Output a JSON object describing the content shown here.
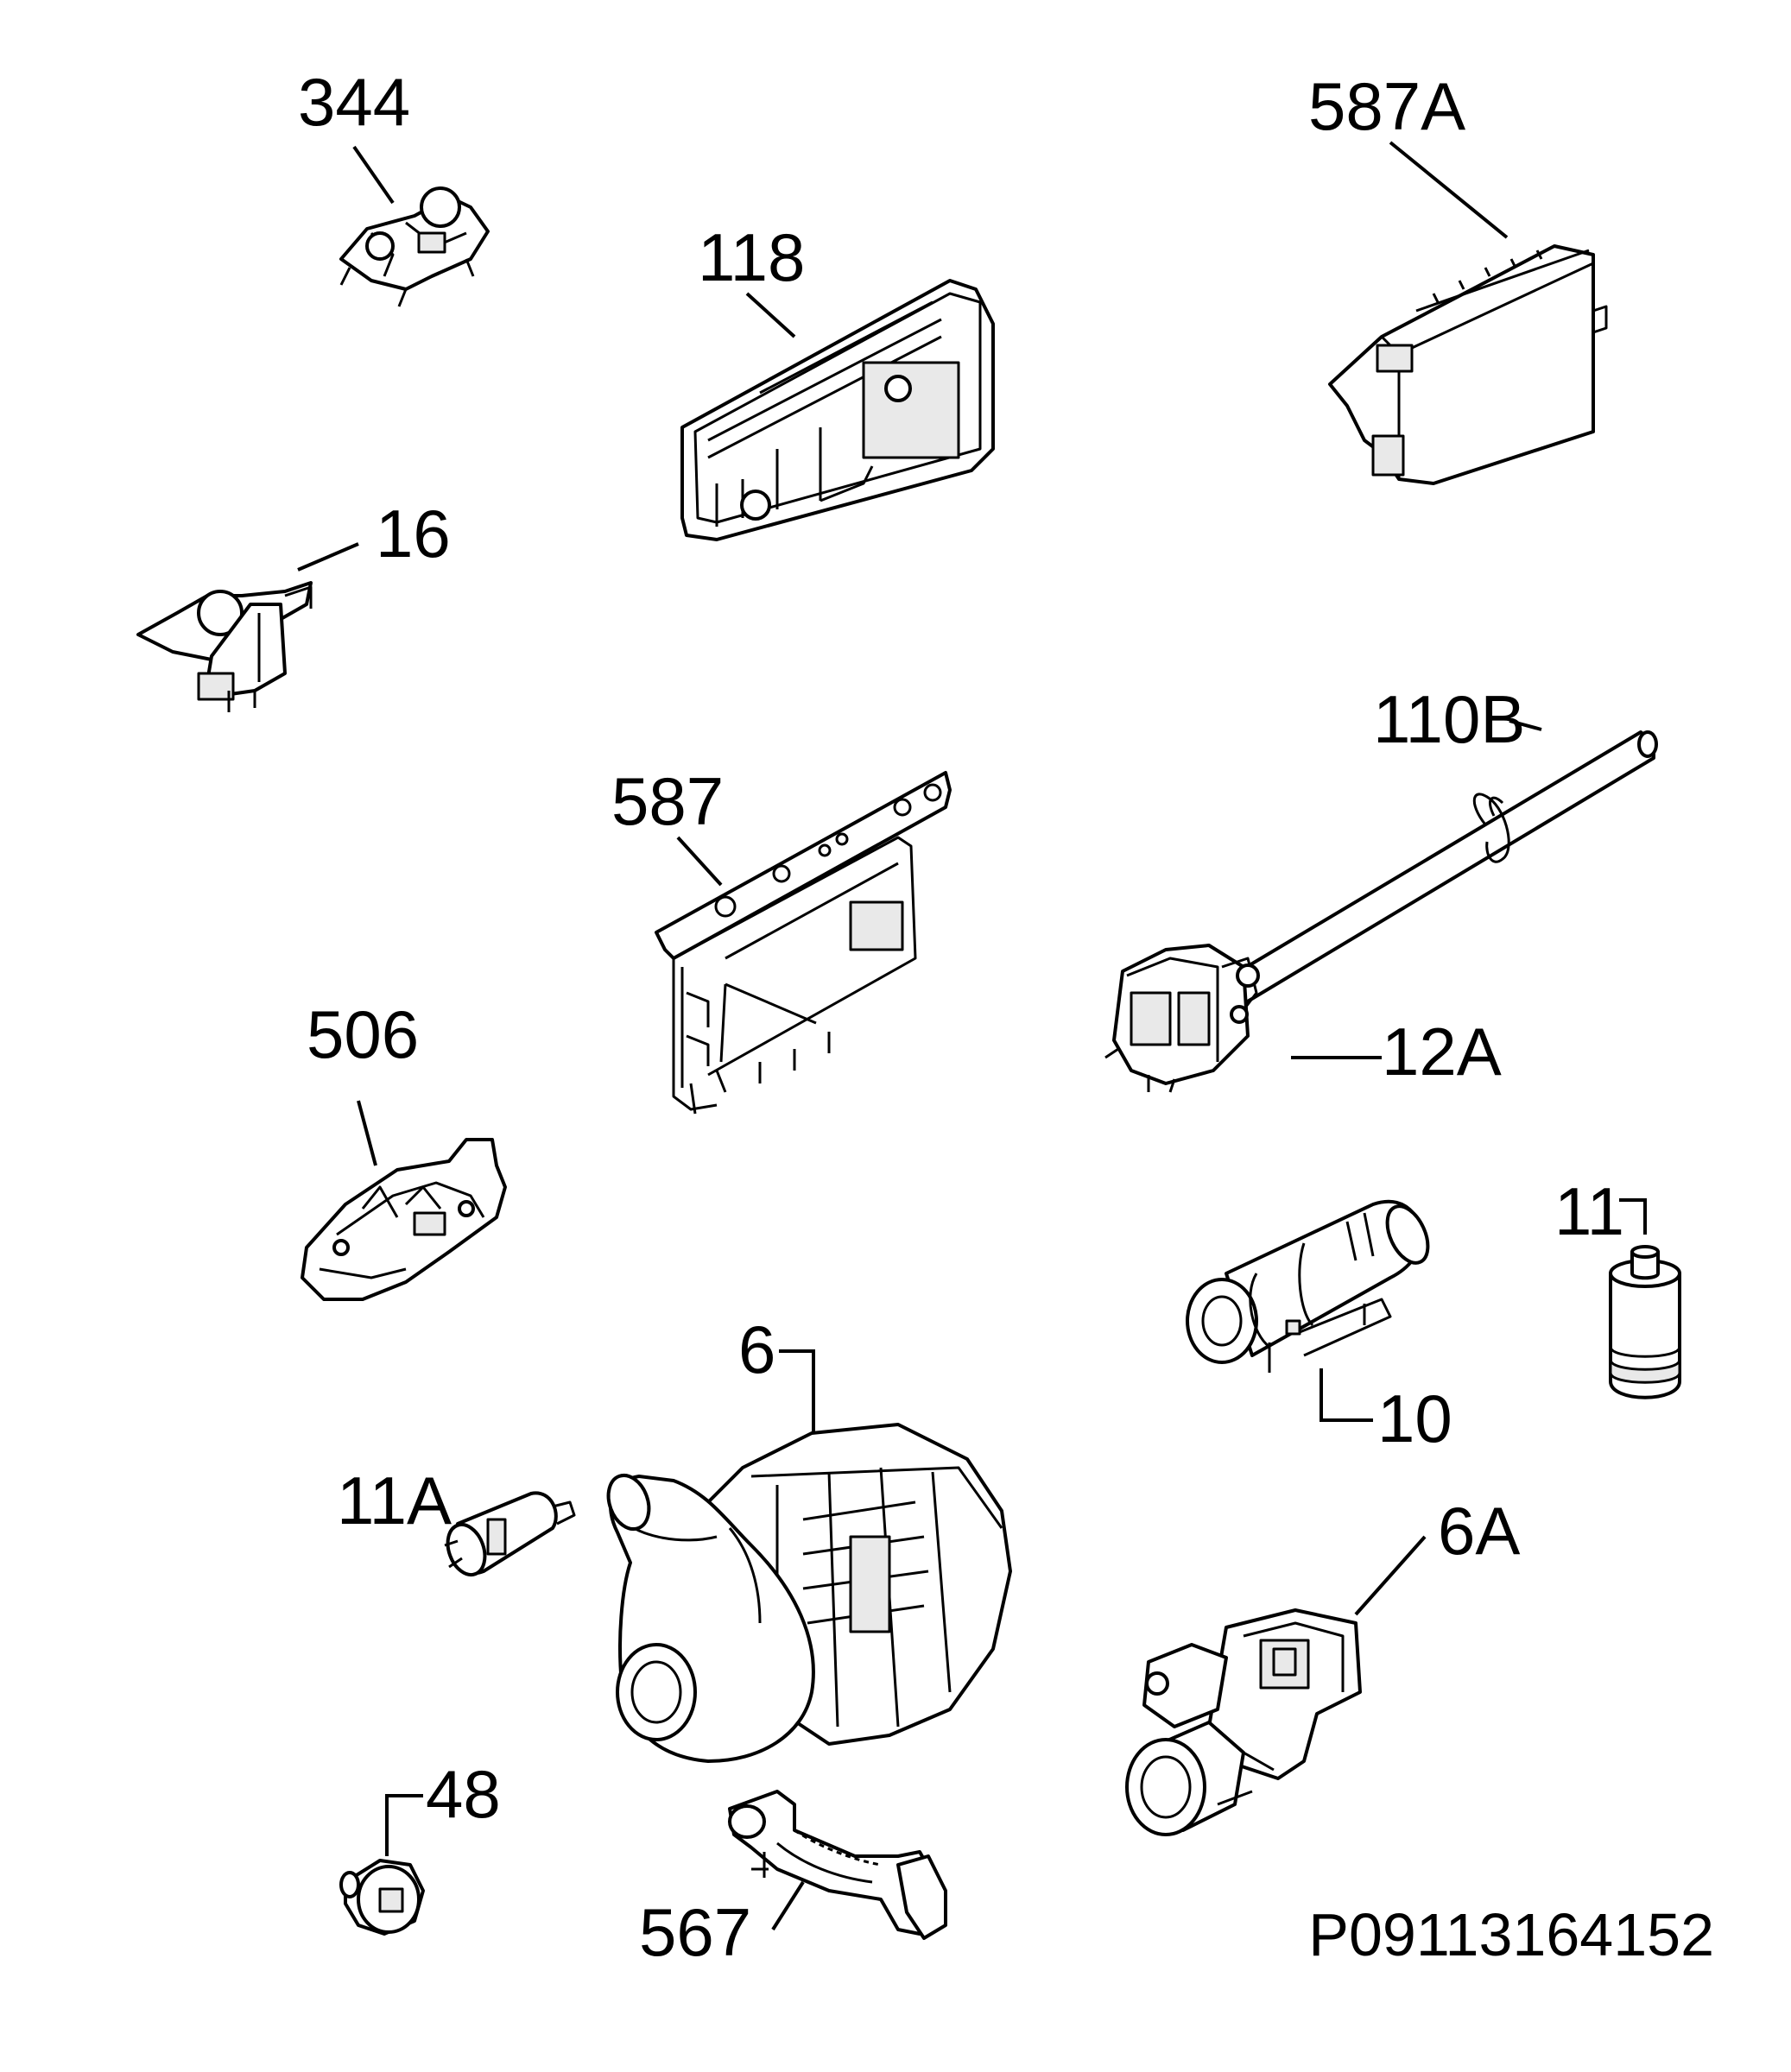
{
  "reference_code": "P09113164152",
  "parts": [
    {
      "id": "344"
    },
    {
      "id": "118"
    },
    {
      "id": "587A"
    },
    {
      "id": "16"
    },
    {
      "id": "110B"
    },
    {
      "id": "587"
    },
    {
      "id": "12A"
    },
    {
      "id": "506"
    },
    {
      "id": "11"
    },
    {
      "id": "6"
    },
    {
      "id": "10"
    },
    {
      "id": "11A"
    },
    {
      "id": "6A"
    },
    {
      "id": "48"
    },
    {
      "id": "567"
    }
  ]
}
